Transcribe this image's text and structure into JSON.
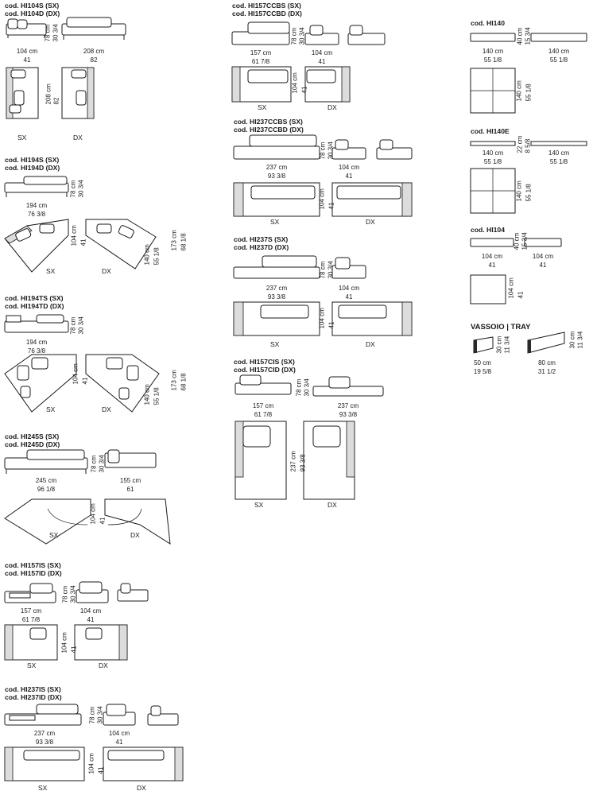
{
  "col1": {
    "b1": {
      "c1": "cod. HI104S (SX)",
      "c2": "cod. HI104D (DX)",
      "w1": "104 cm",
      "w2": "208 cm",
      "in1": "41",
      "in2": "82",
      "h": "78 cm",
      "hi": "30 3/4",
      "depth": "208 cm",
      "depthi": "82",
      "sx": "SX",
      "dx": "DX"
    },
    "b2": {
      "c1": "cod. HI194S (SX)",
      "c2": "cod. HI194D (DX)",
      "w": "194 cm",
      "wi": "76 3/8",
      "h": "78 cm",
      "hi": "30 3/4",
      "d1": "104 cm",
      "d1i": "41",
      "d2": "140 cm",
      "d2i": "55 1/8",
      "d3": "173 cm",
      "d3i": "68 1/8",
      "sx": "SX",
      "dx": "DX"
    },
    "b3": {
      "c1": "cod. HI194TS (SX)",
      "c2": "cod. HI194TD (DX)",
      "w": "194 cm",
      "wi": "76 3/8",
      "h": "78 cm",
      "hi": "30 3/4",
      "d1": "104 cm",
      "d1i": "41",
      "d2": "140 cm",
      "d2i": "55 1/8",
      "d3": "173 cm",
      "d3i": "68 1/8",
      "sx": "SX",
      "dx": "DX"
    },
    "b4": {
      "c1": "cod. HI245S (SX)",
      "c2": "cod. HI245D (DX)",
      "w1": "245 cm",
      "w1i": "96 1/8",
      "w2": "155 cm",
      "w2i": "61",
      "h": "78 cm",
      "hi": "30 3/4",
      "d": "104 cm",
      "di": "41",
      "sx": "SX",
      "dx": "DX"
    },
    "b5": {
      "c1": "cod. HI157IS (SX)",
      "c2": "cod. HI157ID (DX)",
      "w1": "157 cm",
      "w1i": "61 7/8",
      "w2": "104 cm",
      "w2i": "41",
      "h": "78 cm",
      "hi": "30 3/4",
      "d": "104 cm",
      "di": "41",
      "sx": "SX",
      "dx": "DX"
    },
    "b6": {
      "c1": "cod. HI237IS (SX)",
      "c2": "cod. HI237ID (DX)",
      "w1": "237 cm",
      "w1i": "93 3/8",
      "w2": "104 cm",
      "w2i": "41",
      "h": "78 cm",
      "hi": "30 3/4",
      "d": "104 cm",
      "di": "41",
      "sx": "SX",
      "dx": "DX"
    }
  },
  "col2": {
    "b1": {
      "c1": "cod. HI157CCBS (SX)",
      "c2": "cod. HI157CCBD (DX)",
      "w1": "157 cm",
      "w1i": "61 7/8",
      "w2": "104 cm",
      "w2i": "41",
      "h": "78 cm",
      "hi": "30 3/4",
      "d": "104 cm",
      "di": "41",
      "sx": "SX",
      "dx": "DX"
    },
    "b2": {
      "c1": "cod. HI237CCBS (SX)",
      "c2": "cod. HI237CCBD (DX)",
      "w1": "237 cm",
      "w1i": "93 3/8",
      "w2": "104 cm",
      "w2i": "41",
      "h": "78 cm",
      "hi": "30 3/4",
      "d": "104 cm",
      "di": "41",
      "sx": "SX",
      "dx": "DX"
    },
    "b3": {
      "c1": "cod. HI237S (SX)",
      "c2": "cod. HI237D (DX)",
      "w1": "237 cm",
      "w1i": "93 3/8",
      "w2": "104 cm",
      "w2i": "41",
      "h": "78 cm",
      "hi": "30 3/4",
      "d": "104 cm",
      "di": "41",
      "sx": "SX",
      "dx": "DX"
    },
    "b4": {
      "c1": "cod. HI157CIS (SX)",
      "c2": "cod. HI157CID (DX)",
      "w1": "157 cm",
      "w1i": "61 7/8",
      "w2": "237 cm",
      "w2i": "93 3/8",
      "h": "78 cm",
      "hi": "30 3/4",
      "d": "237 cm",
      "di": "93 3/8",
      "sx": "SX",
      "dx": "DX"
    }
  },
  "col3": {
    "b1": {
      "c": "cod. HI140",
      "w1": "140 cm",
      "w1i": "55 1/8",
      "w2": "140 cm",
      "w2i": "55 1/8",
      "h": "40 cm",
      "hi": "15 3/4",
      "d": "140 cm",
      "di": "55 1/8"
    },
    "b2": {
      "c": "cod. HI140E",
      "w1": "140 cm",
      "w1i": "55 1/8",
      "w2": "140 cm",
      "w2i": "55 1/8",
      "h": "22 cm",
      "hi": "8 5/8",
      "d": "140 cm",
      "di": "55 1/8"
    },
    "b3": {
      "c": "cod. HI104",
      "w1": "104 cm",
      "w1i": "41",
      "w2": "104 cm",
      "w2i": "41",
      "h": "40 cm",
      "hi": "15 3/4",
      "d": "104 cm",
      "di": "41"
    },
    "tray": {
      "title": "VASSOIO | TRAY",
      "w1": "50 cm",
      "w1i": "19 5/8",
      "w2": "80 cm",
      "w2i": "31 1/2",
      "h1": "30 cm",
      "h1i": "11 3/4",
      "h2": "30 cm",
      "h2i": "11 3/4"
    }
  }
}
